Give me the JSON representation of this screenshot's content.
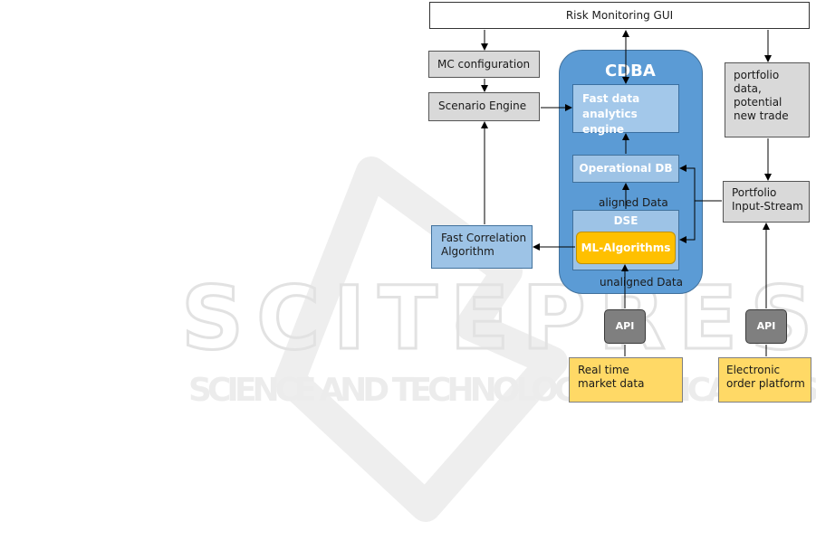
{
  "watermark": {
    "line1": "SCITEPRESS",
    "line2": "SCIENCE AND TECHNOLOGY PUBLICATIONS"
  },
  "nodes": {
    "risk_gui": "Risk Monitoring GUI",
    "mc_config": "MC configuration",
    "scenario_engine": "Scenario Engine",
    "cdba_title": "CDBA",
    "fast_data_line1": "Fast data",
    "fast_data_line2": "analytics engine",
    "operational_db": "Operational DB",
    "aligned_data": "aligned Data",
    "dse": "DSE",
    "ml_algorithms": "ML-Algorithms",
    "unaligned_data": "unaligned Data",
    "fast_corr_line1": "Fast Correlation",
    "fast_corr_line2": "Algorithm",
    "portfolio_data_line1": "portfolio",
    "portfolio_data_line2": "data,",
    "portfolio_data_line3": "potential",
    "portfolio_data_line4": "new trade",
    "portfolio_stream_line1": "Portfolio",
    "portfolio_stream_line2": "Input-Stream",
    "api_left": "API",
    "api_right": "API",
    "realtime_line1": "Real time",
    "realtime_line2": "market data",
    "electronic_line1": "Electronic",
    "electronic_line2": "order platform"
  }
}
